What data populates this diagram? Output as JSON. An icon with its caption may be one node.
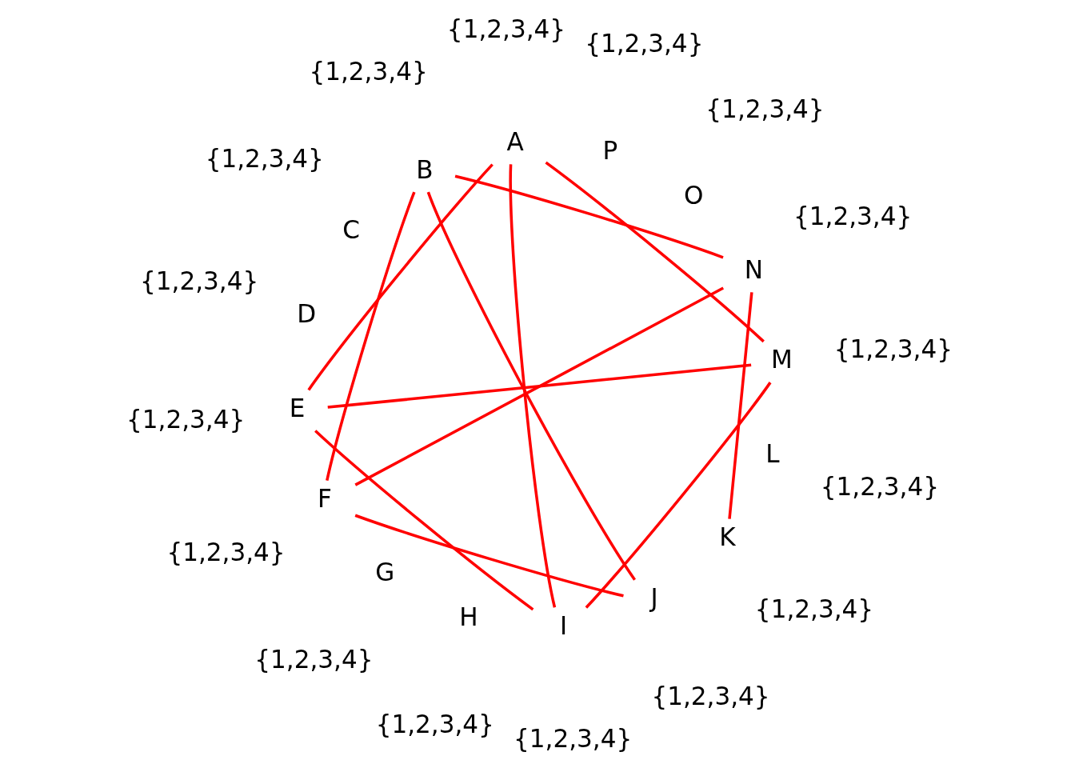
{
  "diagram": {
    "nodes": [
      {
        "text": [
          "A"
        ],
        "beside": [
          "{1,2,3,4}"
        ]
      },
      {
        "text": [
          "B"
        ],
        "beside": [
          "{1,2,3,4}"
        ]
      },
      {
        "text": [
          "C"
        ],
        "beside": [
          "{1,2,3,4}"
        ]
      },
      {
        "text": [
          "D"
        ],
        "beside": [
          "{1,2,3,4}"
        ]
      },
      {
        "text": [
          "E"
        ],
        "beside": [
          "{1,2,3,4}"
        ]
      },
      {
        "text": [
          "F"
        ],
        "beside": [
          "{1,2,3,4}"
        ]
      },
      {
        "text": [
          "G"
        ],
        "beside": [
          "{1,2,3,4}"
        ]
      },
      {
        "text": [
          "H"
        ],
        "beside": [
          "{1,2,3,4}"
        ]
      },
      {
        "text": [
          "I"
        ],
        "beside": [
          "{1,2,3,4}"
        ]
      },
      {
        "text": [
          "J"
        ],
        "beside": [
          "{1,2,3,4}"
        ]
      },
      {
        "text": [
          "K"
        ],
        "beside": [
          "{1,2,3,4}"
        ]
      },
      {
        "text": [
          "L"
        ],
        "beside": [
          "{1,2,3,4}"
        ]
      },
      {
        "text": [
          "M"
        ],
        "beside": [
          "{1,2,3,4}"
        ]
      },
      {
        "text": [
          "N"
        ],
        "beside": [
          "{1,2,3,4}"
        ]
      },
      {
        "text": [
          "O"
        ],
        "beside": [
          "{1,2,3,4}"
        ]
      },
      {
        "text": [
          "P"
        ],
        "beside": [
          "{1,2,3,4}"
        ]
      }
    ],
    "edges": [
      {
        "from": 0,
        "to": 8,
        "arrow": "none"
      },
      {
        "from": 0,
        "to": 4,
        "arrow": "none"
      },
      {
        "from": 0,
        "to": 12,
        "arrow": "none"
      },
      {
        "from": 1,
        "to": 13,
        "arrow": "none"
      },
      {
        "from": 1,
        "to": 9,
        "arrow": "none"
      },
      {
        "from": 1,
        "to": 5,
        "arrow": "none"
      },
      {
        "from": 13,
        "to": 10,
        "arrow": "none"
      },
      {
        "from": 13,
        "to": 5,
        "arrow": "none"
      },
      {
        "from": 12,
        "to": 4,
        "arrow": "none"
      },
      {
        "from": 12,
        "to": 8,
        "arrow": "none"
      },
      {
        "from": 4,
        "to": 8,
        "arrow": "none"
      },
      {
        "from": 5,
        "to": 9,
        "arrow": "none"
      }
    ]
  }
}
